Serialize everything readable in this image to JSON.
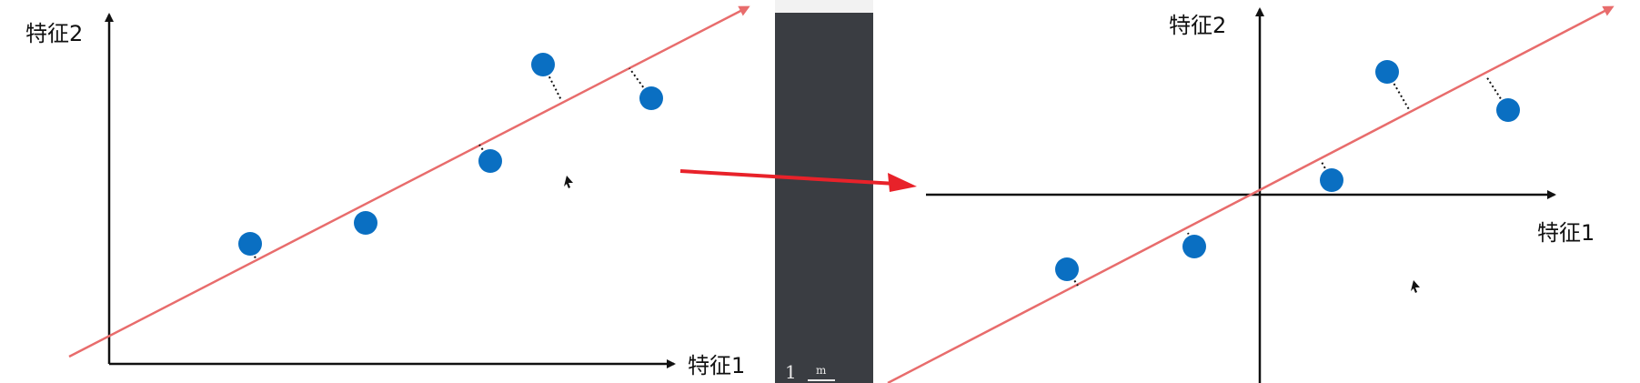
{
  "left_panel": {
    "y_axis_label": "特征2",
    "x_axis_label": "特征1"
  },
  "right_panel": {
    "y_axis_label": "特征2",
    "x_axis_label": "特征1"
  },
  "middle_strip": {
    "formula_fragment_1": "1",
    "formula_fragment_m": "m"
  },
  "colors": {
    "fit_line": "#e86c6c",
    "data_point": "#0a6fc2",
    "axes": "#111111",
    "arrow": "#e8222a",
    "panel": "#3a3d42"
  }
}
